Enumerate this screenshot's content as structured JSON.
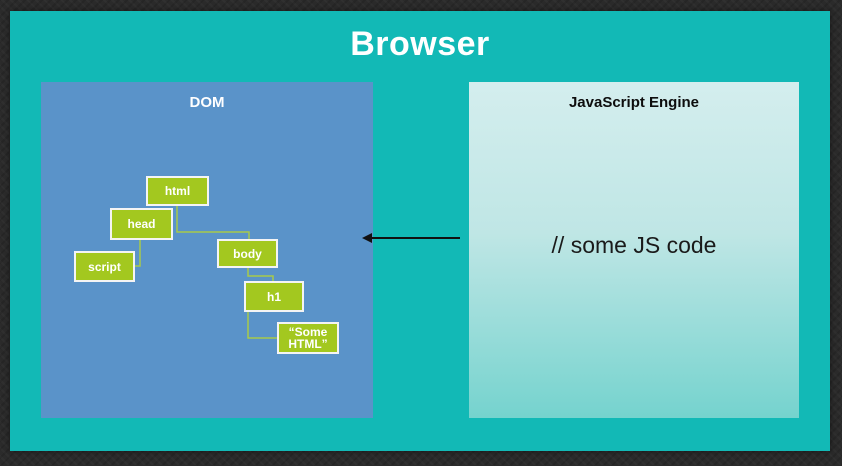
{
  "browser": {
    "title": "Browser"
  },
  "dom": {
    "title": "DOM",
    "nodes": {
      "html": "html",
      "head": "head",
      "body": "body",
      "script": "script",
      "h1": "h1",
      "text": "“Some\nHTML”"
    }
  },
  "js_engine": {
    "title": "JavaScript Engine",
    "code": "// some JS code"
  },
  "colors": {
    "background": "#2b2b2b",
    "browser": "#12b9b6",
    "dom_panel": "#5a93c9",
    "node_fill": "#a3c81f",
    "node_border": "#f4f4f4",
    "js_panel_top": "#d4eeee",
    "js_panel_bottom": "#75d3ce",
    "arrow": "#111111"
  }
}
